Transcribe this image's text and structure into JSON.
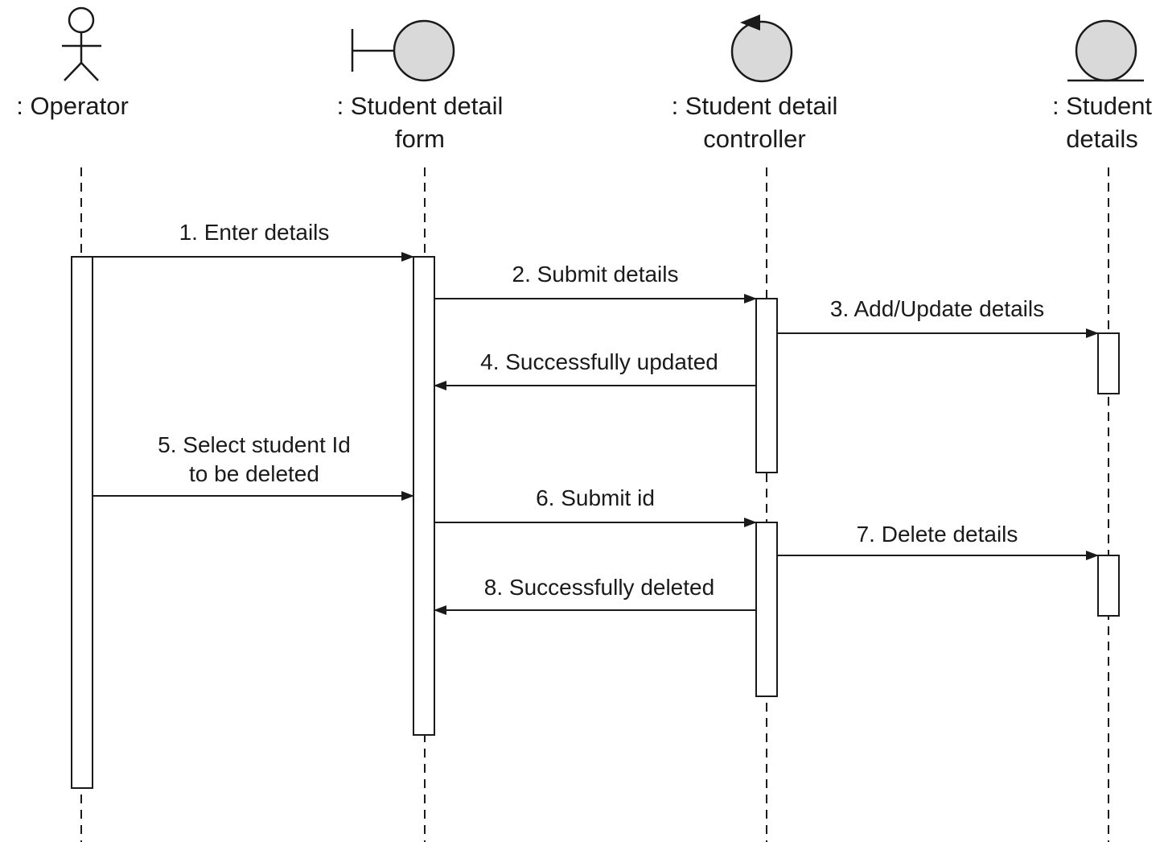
{
  "participants": [
    {
      "id": "operator",
      "kind": "actor",
      "label_lines": [
        ": Operator"
      ]
    },
    {
      "id": "form",
      "kind": "boundary",
      "label_lines": [
        ": Student detail",
        "form"
      ]
    },
    {
      "id": "controller",
      "kind": "control",
      "label_lines": [
        ": Student detail",
        "controller"
      ]
    },
    {
      "id": "entity",
      "kind": "entity",
      "label_lines": [
        ": Student",
        "details"
      ]
    }
  ],
  "messages": [
    {
      "from": "operator",
      "to": "form",
      "label_lines": [
        "1. Enter details"
      ]
    },
    {
      "from": "form",
      "to": "controller",
      "label_lines": [
        "2. Submit details"
      ]
    },
    {
      "from": "controller",
      "to": "entity",
      "label_lines": [
        "3. Add/Update details"
      ]
    },
    {
      "from": "controller",
      "to": "form",
      "label_lines": [
        "4. Successfully updated"
      ]
    },
    {
      "from": "operator",
      "to": "form",
      "label_lines": [
        "5. Select student Id",
        "to be deleted"
      ]
    },
    {
      "from": "form",
      "to": "controller",
      "label_lines": [
        "6. Submit id"
      ]
    },
    {
      "from": "controller",
      "to": "entity",
      "label_lines": [
        "7. Delete details"
      ]
    },
    {
      "from": "controller",
      "to": "form",
      "label_lines": [
        "8. Successfully deleted"
      ]
    }
  ]
}
